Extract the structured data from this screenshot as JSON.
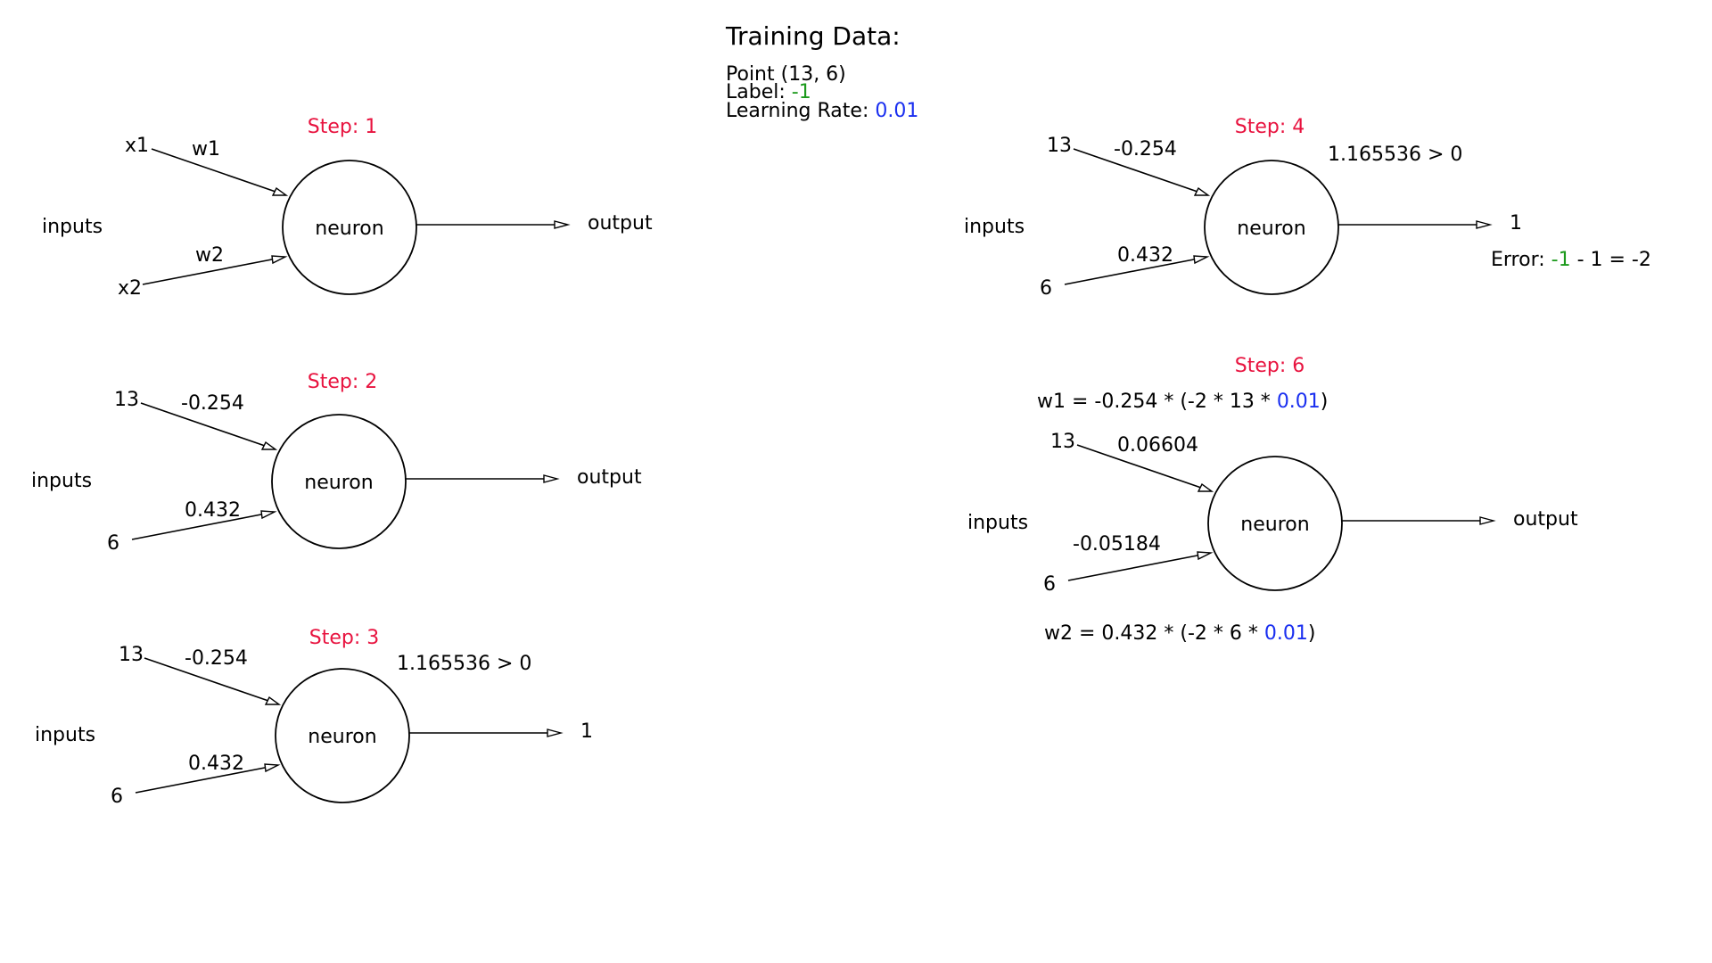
{
  "training": {
    "title": "Training Data:",
    "point": "Point (13,  6)",
    "label_prefix": "Label: ",
    "label_value": "-1",
    "lr_prefix": "Learning Rate: ",
    "lr_value": "0.01"
  },
  "common": {
    "inputs": "inputs",
    "neuron": "neuron",
    "output": "output"
  },
  "step1": {
    "title": "Step: 1",
    "x1": "x1",
    "x2": "x2",
    "w1": "w1",
    "w2": "w2",
    "output": "output"
  },
  "step2": {
    "title": "Step: 2",
    "in1": "13",
    "in2": "6",
    "w1": "-0.254",
    "w2": "0.432",
    "output": "output"
  },
  "step3": {
    "title": "Step: 3",
    "in1": "13",
    "in2": "6",
    "w1": "-0.254",
    "w2": "0.432",
    "sum": "1.165536 > 0",
    "output": "1"
  },
  "step4": {
    "title": "Step: 4",
    "in1": "13",
    "in2": "6",
    "w1": "-0.254",
    "w2": "0.432",
    "sum": "1.165536 > 0",
    "output": "1",
    "error_prefix": "Error: ",
    "error_label": "-1",
    "error_suffix": " - 1 = -2"
  },
  "step6": {
    "title": "Step: 6",
    "w1_formula_a": "w1 = -0.254 * (-2 * 13 * ",
    "w1_formula_lr": "0.01",
    "w1_formula_b": ")",
    "w2_formula_a": "w2 = 0.432 * (-2 * 6 * ",
    "w2_formula_lr": "0.01",
    "w2_formula_b": ")",
    "in1": "13",
    "in2": "6",
    "w1": "0.06604",
    "w2": "-0.05184",
    "output": "output"
  },
  "colors": {
    "step": "#e8133f",
    "label_green": "#1c9a1c",
    "rate_blue": "#1a2ff0"
  }
}
